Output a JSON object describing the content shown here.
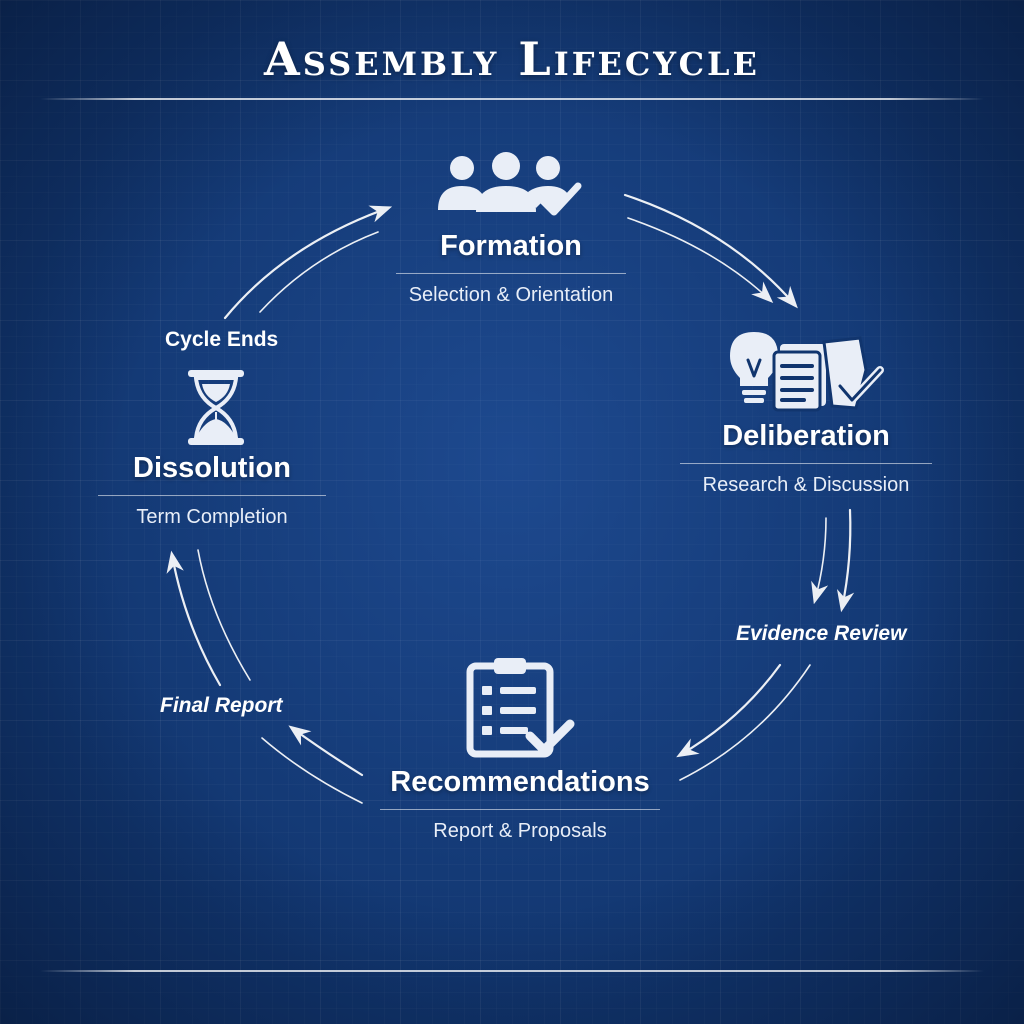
{
  "title": "Assembly Lifecycle",
  "stages": [
    {
      "title": "Formation",
      "subtitle": "Selection & Orientation",
      "icon": "people-check-icon"
    },
    {
      "title": "Deliberation",
      "subtitle": "Research & Discussion",
      "icon": "lightbulb-documents-icon"
    },
    {
      "title": "Recommendations",
      "subtitle": "Report & Proposals",
      "icon": "clipboard-checklist-icon"
    },
    {
      "title": "Dissolution",
      "subtitle": "Term Completion",
      "icon": "hourglass-icon"
    }
  ],
  "transitions": [
    {
      "label": "Evidence Review"
    },
    {
      "label": "Final Report"
    },
    {
      "label": "Cycle Ends"
    }
  ],
  "colors": {
    "background": "#11356e",
    "foreground": "#ffffff"
  }
}
